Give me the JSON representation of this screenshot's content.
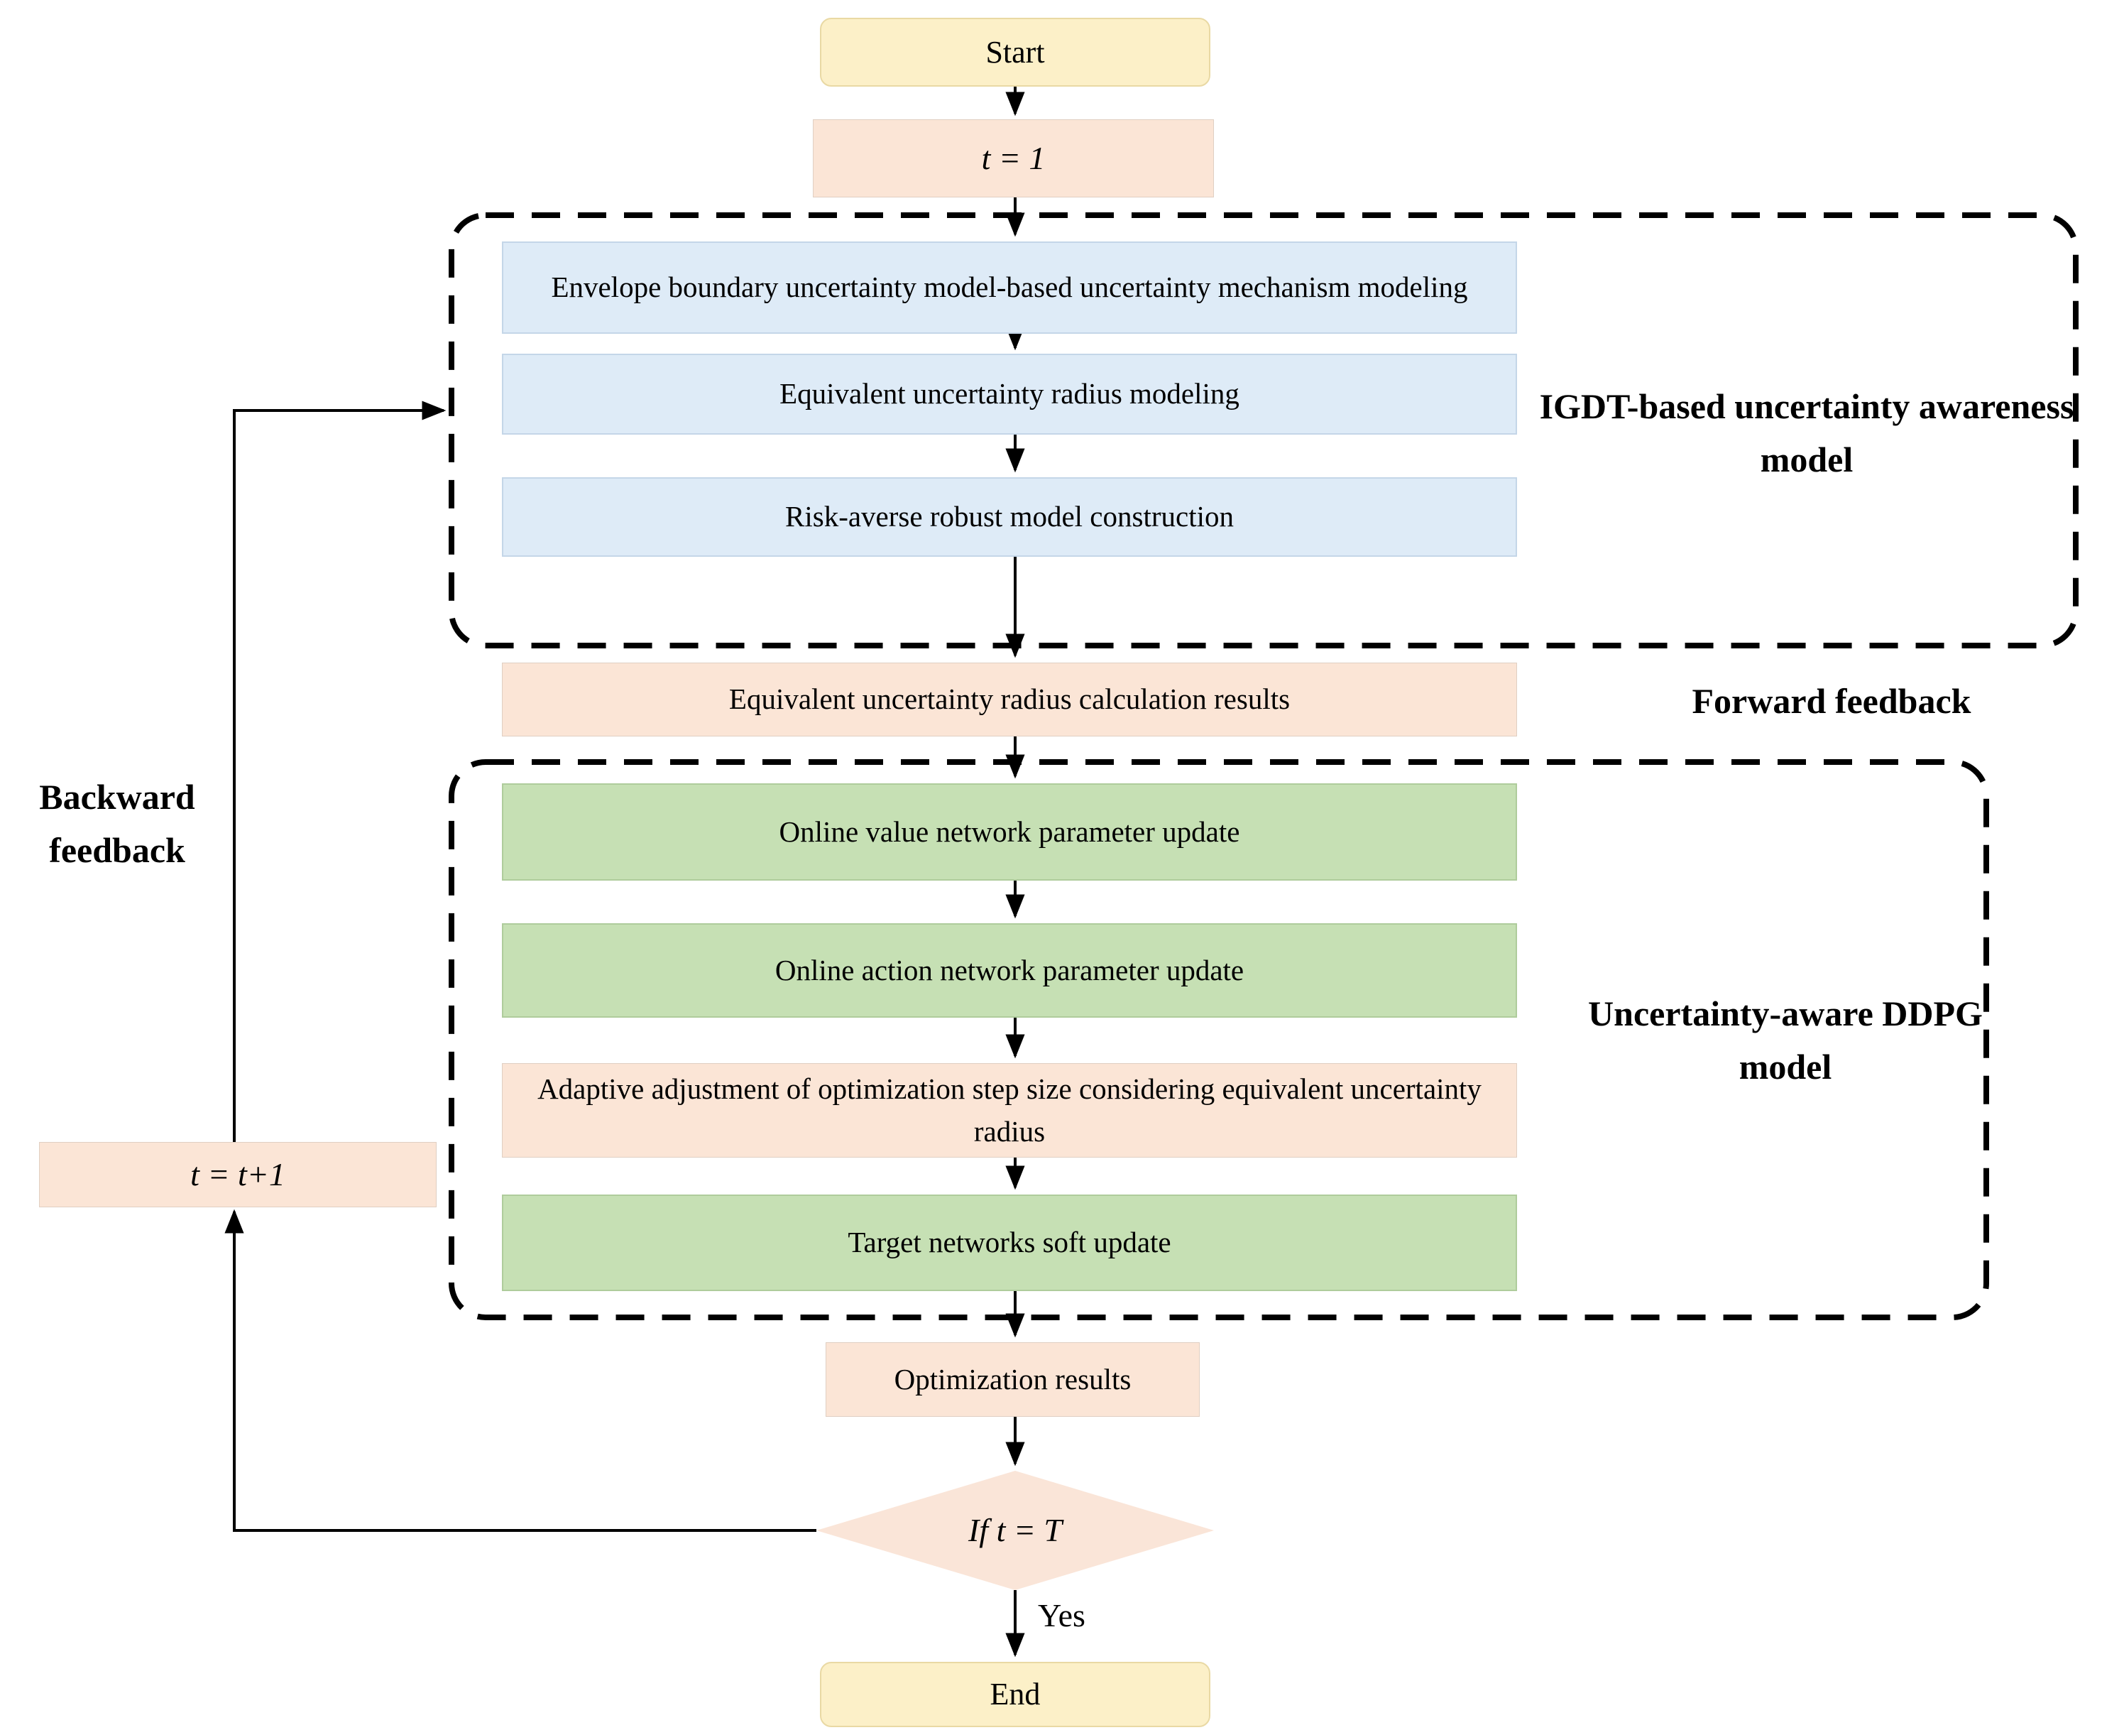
{
  "colors": {
    "start_end_fill": "#FCF0C8",
    "process_peach_fill": "#FBE5D6",
    "igdt_blue_fill": "#DEEBF7",
    "ddpg_green_fill": "#C6E0B4",
    "diamond_fill": "#FAE5D8",
    "line": "#000000"
  },
  "nodes": {
    "start": "Start",
    "t_init": "t = 1",
    "blue1": "Envelope boundary uncertainty model-based  uncertainty mechanism modeling",
    "blue2": "Equivalent uncertainty radius modeling",
    "blue3": "Risk-averse robust model construction",
    "forward_result": "Equivalent uncertainty radius calculation results",
    "green1": "Online value network parameter update",
    "green2": "Online action network parameter update",
    "adaptive": "Adaptive adjustment  of optimization step size considering equivalent uncertainty radius",
    "green3": "Target networks soft update",
    "opt_results": "Optimization results",
    "decision": "If t = T",
    "t_increment": "t = t+1",
    "end": "End"
  },
  "labels": {
    "igdt": "IGDT-based uncertainty awareness model",
    "forward": "Forward feedback",
    "ddpg": "Uncertainty-aware DDPG model",
    "backward": "Backward feedback",
    "yes": "Yes"
  }
}
